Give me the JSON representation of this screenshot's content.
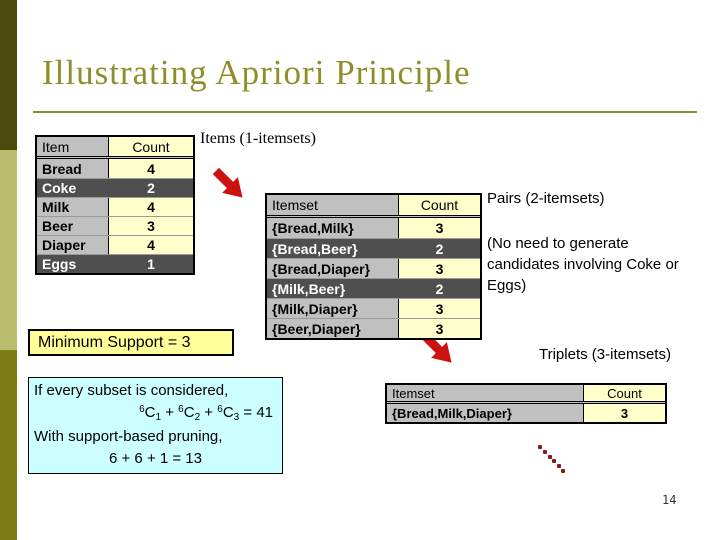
{
  "title": "Illustrating Apriori Principle",
  "page_number": "14",
  "labels": {
    "items": "Items (1-itemsets)",
    "pairs": "Pairs (2-itemsets)",
    "note": "(No need to generate candidates involving Coke or Eggs)",
    "triplets": "Triplets (3-itemsets)"
  },
  "min_support_box": {
    "text": "Minimum Support = 3"
  },
  "pruning_box": {
    "line1": "If every subset is considered,",
    "formula1": [
      "6",
      "C",
      "1",
      " + ",
      "6",
      "C",
      "2",
      " + ",
      "6",
      "C",
      "3",
      " = 41"
    ],
    "line3": "With support-based pruning,",
    "line4": "6 + 6 + 1 = 13"
  },
  "tables": {
    "items": {
      "headers": [
        "Item",
        "Count"
      ],
      "rows": [
        {
          "name": "Bread",
          "count": "4",
          "pruned": false
        },
        {
          "name": "Coke",
          "count": "2",
          "pruned": true
        },
        {
          "name": "Milk",
          "count": "4",
          "pruned": false
        },
        {
          "name": "Beer",
          "count": "3",
          "pruned": false
        },
        {
          "name": "Diaper",
          "count": "4",
          "pruned": false
        },
        {
          "name": "Eggs",
          "count": "1",
          "pruned": true
        }
      ]
    },
    "pairs": {
      "headers": [
        "Itemset",
        "Count"
      ],
      "rows": [
        {
          "name": "{Bread,Milk}",
          "count": "3",
          "pruned": false
        },
        {
          "name": "{Bread,Beer}",
          "count": "2",
          "pruned": true
        },
        {
          "name": "{Bread,Diaper}",
          "count": "3",
          "pruned": false
        },
        {
          "name": "{Milk,Beer}",
          "count": "2",
          "pruned": true
        },
        {
          "name": "{Milk,Diaper}",
          "count": "3",
          "pruned": false
        },
        {
          "name": "{Beer,Diaper}",
          "count": "3",
          "pruned": false
        }
      ]
    },
    "triplets": {
      "headers": [
        "Itemset",
        "Count"
      ],
      "rows": [
        {
          "name": "{Bread,Milk,Diaper}",
          "count": "3",
          "pruned": false
        }
      ]
    }
  },
  "colors": {
    "title_olive": "#8e8e2a",
    "accent_bar_dark": "#4a4a0a",
    "accent_bar_light": "#b9bd6e",
    "accent_bar_mid": "#7d7d14",
    "table_gray": "#c0c0c0",
    "table_cream": "#ffffcc",
    "pruned_row_gray": "#4f4f4f",
    "min_support_yellow": "#ffff99",
    "pruning_cyan": "#ccffff",
    "arrow_red": "#cc1111",
    "trail_dot_red": "#8b1717"
  },
  "icons": {
    "arrow": "down-right-block-arrow",
    "trail": "dotted-diagonal-trail"
  }
}
